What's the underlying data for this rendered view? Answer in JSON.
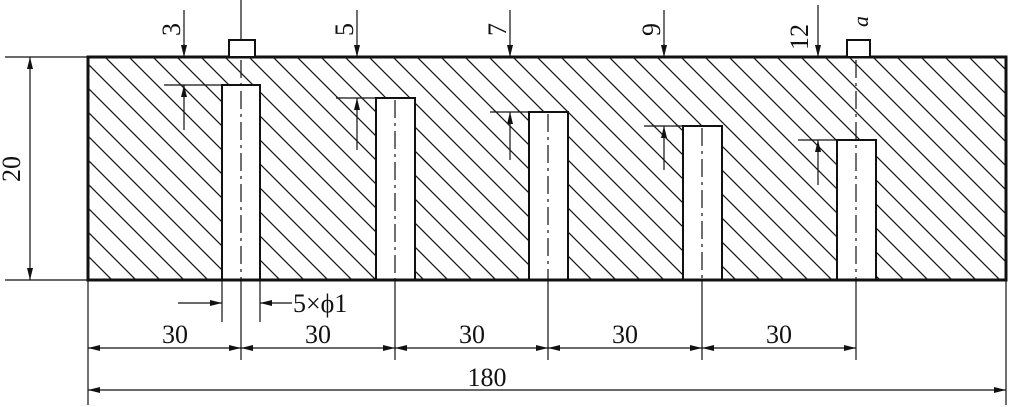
{
  "title": "",
  "labels": {
    "height": "20",
    "depth_1": "3",
    "depth_2": "5",
    "depth_3": "7",
    "depth_4": "9",
    "depth_5": "12",
    "hole_spec": "5×ϕ1",
    "spacing_1": "30",
    "spacing_2": "30",
    "spacing_3": "30",
    "spacing_4": "30",
    "spacing_5": "30",
    "total_length": "180"
  },
  "symbols": {
    "sensor_marker": "sensor-block-icon",
    "side_mark": "a"
  },
  "colors": {
    "line": "#111111",
    "background": "#ffffff"
  }
}
